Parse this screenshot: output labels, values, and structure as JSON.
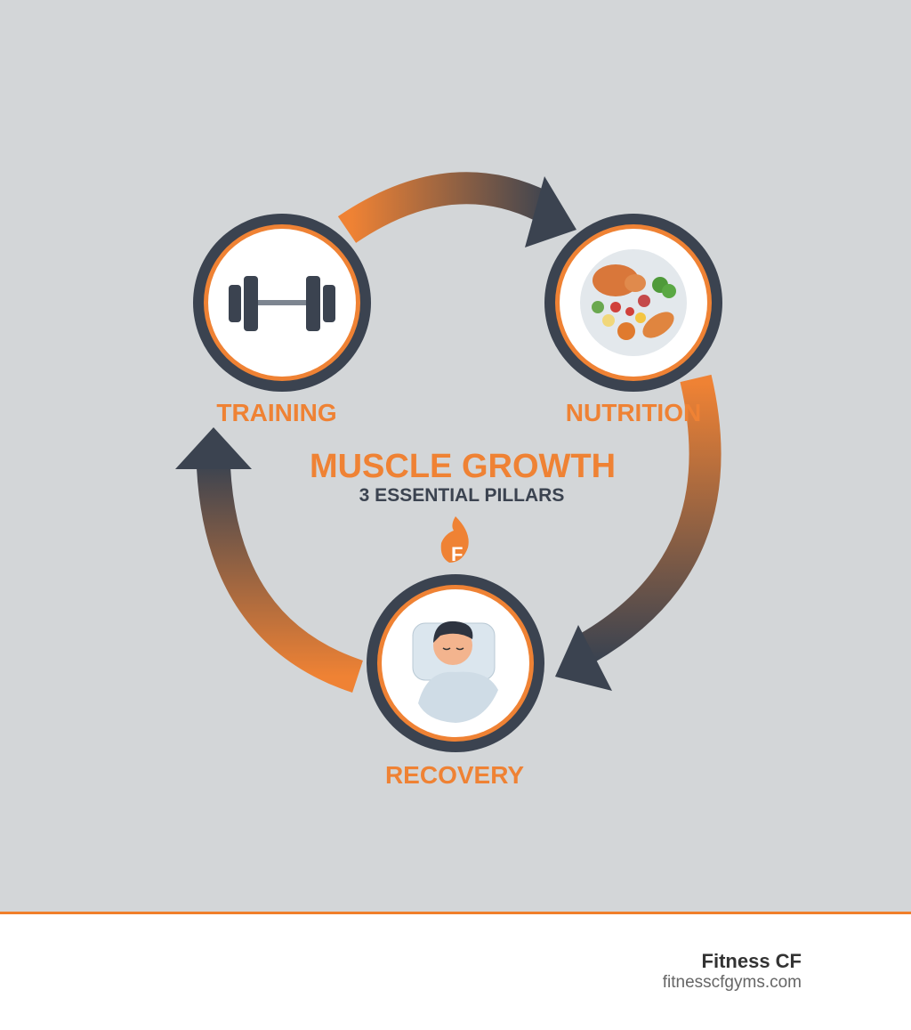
{
  "title": "MUSCLE GROWTH",
  "subtitle": "3 ESSENTIAL PILLARS",
  "pillars": [
    {
      "label": "TRAINING",
      "icon": "dumbbell-icon"
    },
    {
      "label": "NUTRITION",
      "icon": "food-plate-icon"
    },
    {
      "label": "RECOVERY",
      "icon": "sleeping-person-icon"
    }
  ],
  "logo_icon": "flame-f-logo",
  "footer": {
    "brand": "Fitness CF",
    "url": "fitnesscfgyms.com"
  },
  "colors": {
    "accent": "#ef8234",
    "dark": "#3b4350",
    "background": "#d3d6d8"
  }
}
